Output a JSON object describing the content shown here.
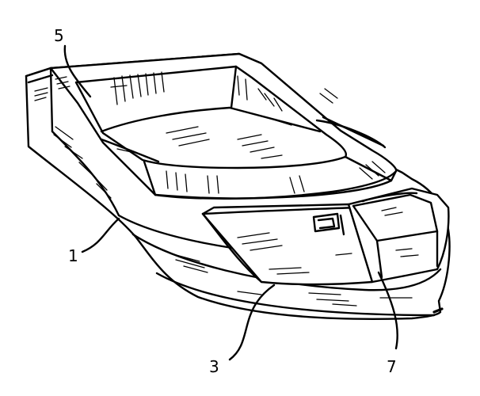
{
  "reference_numerals": {
    "cabin_opening": "5",
    "hull": "1",
    "cockpit_floor": "3",
    "console": "7"
  },
  "colors": {
    "ink": "#000000",
    "paper": "#ffffff"
  }
}
